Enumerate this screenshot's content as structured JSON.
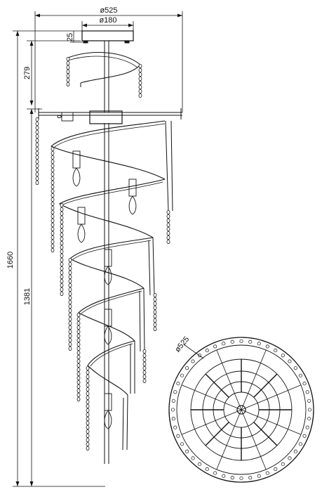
{
  "dimensions": {
    "overall_diameter": "ø525",
    "canopy_diameter": "ø180",
    "canopy_height": "25",
    "top_section_height": "279",
    "total_height": "1660",
    "body_height": "1381",
    "plan_diameter": "ø525"
  },
  "views": {
    "side_view": {
      "icon": "spiral-chandelier-elevation"
    },
    "top_view": {
      "icon": "chandelier-plan-view"
    }
  },
  "colors": {
    "line": "#111111",
    "background": "#ffffff"
  }
}
